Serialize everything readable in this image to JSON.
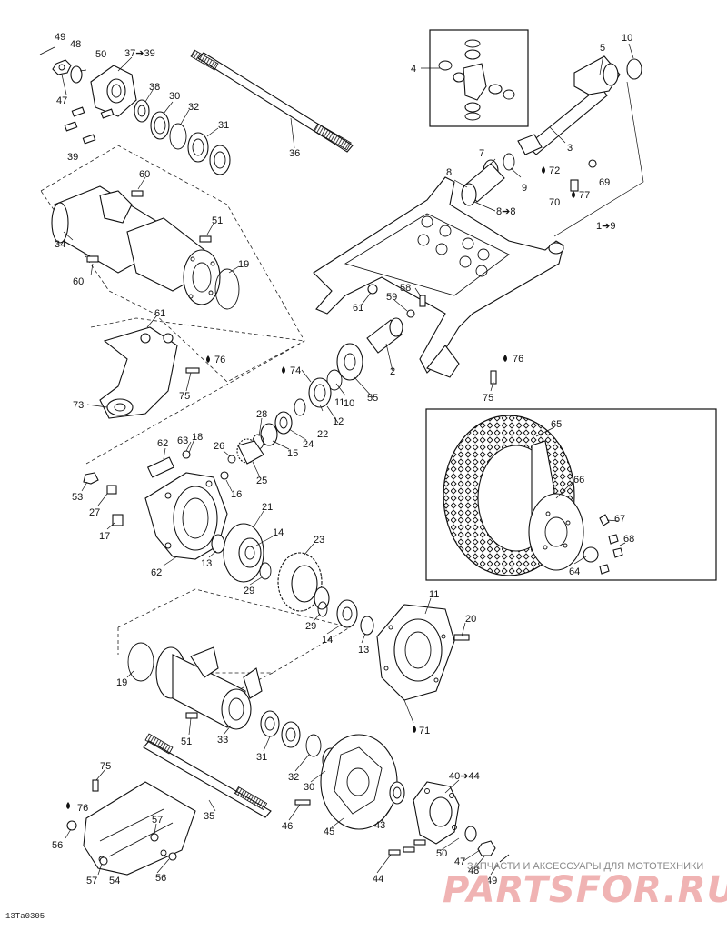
{
  "diagram": {
    "labels": {
      "l4": "4",
      "l5": "5",
      "l10": "10",
      "l3": "3",
      "l72": "72",
      "l69": "69",
      "l70": "70",
      "l77": "77",
      "l1_9": "1➔9",
      "l7": "7",
      "l8": "8",
      "l9": "9",
      "l8_8": "8➔8",
      "l49a": "49",
      "l48a": "48",
      "l50a": "50",
      "l37_39": "37➔39",
      "l47a": "47",
      "l38": "38",
      "l30a": "30",
      "l32a": "32",
      "l31a": "31",
      "l36": "36",
      "l39": "39",
      "l60a": "60",
      "l34": "34",
      "l51a": "51",
      "l60b": "60",
      "l19a": "19",
      "l58": "58",
      "l59": "59",
      "l61a": "61",
      "l61b": "61",
      "l76a": "76",
      "l75a": "75",
      "l73": "73",
      "l74": "74",
      "l11a": "11",
      "l10b": "10",
      "l12": "12",
      "l22": "22",
      "l2": "2",
      "l55": "55",
      "l76b": "76",
      "l75b": "75",
      "l28": "28",
      "l24": "24",
      "l15": "15",
      "l26": "26",
      "l25": "25",
      "l62a": "62",
      "l63": "63",
      "l18": "18",
      "l16": "16",
      "l53": "53",
      "l27": "27",
      "l17": "17",
      "l21": "21",
      "l14a": "14",
      "l23": "23",
      "l13a": "13",
      "l62b": "62",
      "l29a": "29",
      "l29b": "29",
      "l14b": "14",
      "l13b": "13",
      "l11b": "11",
      "l20": "20",
      "l71": "71",
      "l19b": "19",
      "l51b": "51",
      "l33": "33",
      "l31b": "31",
      "l32b": "32",
      "l30b": "30",
      "l75c": "75",
      "l76c": "76",
      "l35": "35",
      "l46": "46",
      "l45": "45",
      "l43": "43",
      "l40_44": "40➔44",
      "l56a": "56",
      "l57a": "57",
      "l57b": "57",
      "l54": "54",
      "l56b": "56",
      "l50b": "50",
      "l47b": "47",
      "l48b": "48",
      "l49b": "49",
      "l44": "44",
      "l65": "65",
      "l66": "66",
      "l67": "67",
      "l68": "68",
      "l64": "64"
    },
    "figure_code": "13Ta0305",
    "watermark": {
      "top": "ЗАПЧАСТИ И АКСЕССУАРЫ ДЛЯ МОТОТЕХНИКИ",
      "brand": "PARTSFOR.RU"
    }
  }
}
